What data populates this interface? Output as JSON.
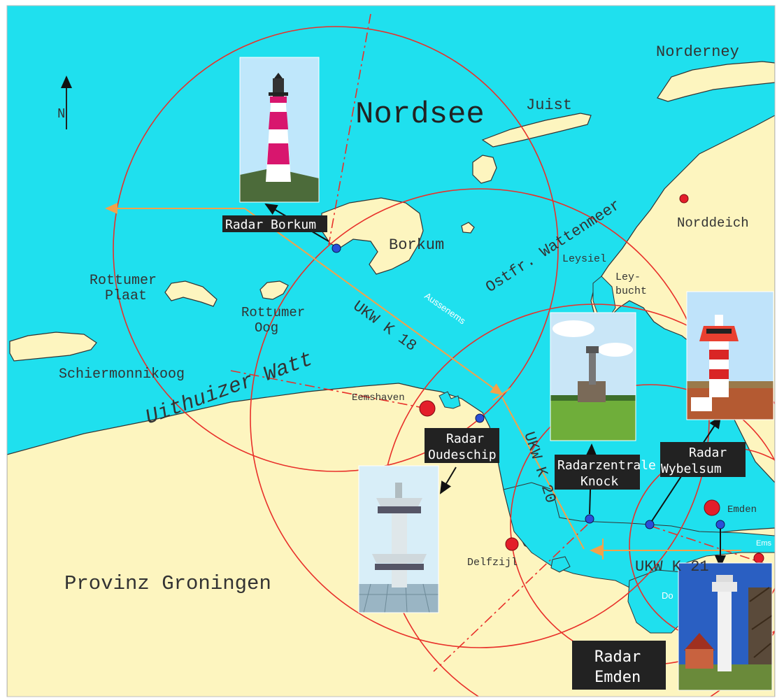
{
  "map": {
    "title": "Nordsee",
    "north_label": "N",
    "colors": {
      "sea": "#1fe0ee",
      "land": "#fdf5bf",
      "coverage_ring": "#e8302a",
      "sector_line": "#e8302a",
      "shipping_route": "#f3a24a",
      "radar_station": "#2a4fd8",
      "port": "#e31e2a",
      "label_box": "#222222"
    },
    "places": {
      "norderney": "Norderney",
      "juist": "Juist",
      "norddeich": "Norddeich",
      "borkum": "Borkum",
      "leysiel": "Leysiel",
      "leybucht_1": "Ley-",
      "leybucht_2": "bucht",
      "ostfr_wattenmeer": "Ostfr. Wattenmeer",
      "rottumer_plaat_1": "Rottumer",
      "rottumer_plaat_2": "Plaat",
      "rottumer_oog_1": "Rottumer",
      "rottumer_oog_2": "Oog",
      "schiermonnikoog": "Schiermonnikoog",
      "uithuizer_watt": "Uithuizer Watt",
      "eemshaven": "Eemshaven",
      "delfzijl": "Delfzijl",
      "emden": "Emden",
      "provinz_groningen": "Provinz Groningen",
      "aussenems": "Aussenems",
      "ems": "Ems",
      "dollart": "Do"
    },
    "channels": {
      "ukw_k18": "UKW K 18",
      "ukw_k20": "UKW K 20",
      "ukw_k21": "UKW K 21"
    },
    "radar_stations": [
      {
        "id": "borkum",
        "line1": "Radar Borkum",
        "line2": ""
      },
      {
        "id": "oudeschip",
        "line1": "Radar",
        "line2": "Oudeschip"
      },
      {
        "id": "knock",
        "line1": "Radarzentrale",
        "line2": "Knock"
      },
      {
        "id": "wybelsum",
        "line1": "Radar",
        "line2": "Wybelsum"
      },
      {
        "id": "emden",
        "line1": "Radar",
        "line2": "Emden"
      }
    ],
    "photos": [
      {
        "id": "borkum",
        "subject": "lighthouse"
      },
      {
        "id": "oudeschip",
        "subject": "tower"
      },
      {
        "id": "knock",
        "subject": "radar-tower"
      },
      {
        "id": "wybelsum",
        "subject": "radar-tower"
      },
      {
        "id": "emden",
        "subject": "radar-tower"
      }
    ]
  }
}
